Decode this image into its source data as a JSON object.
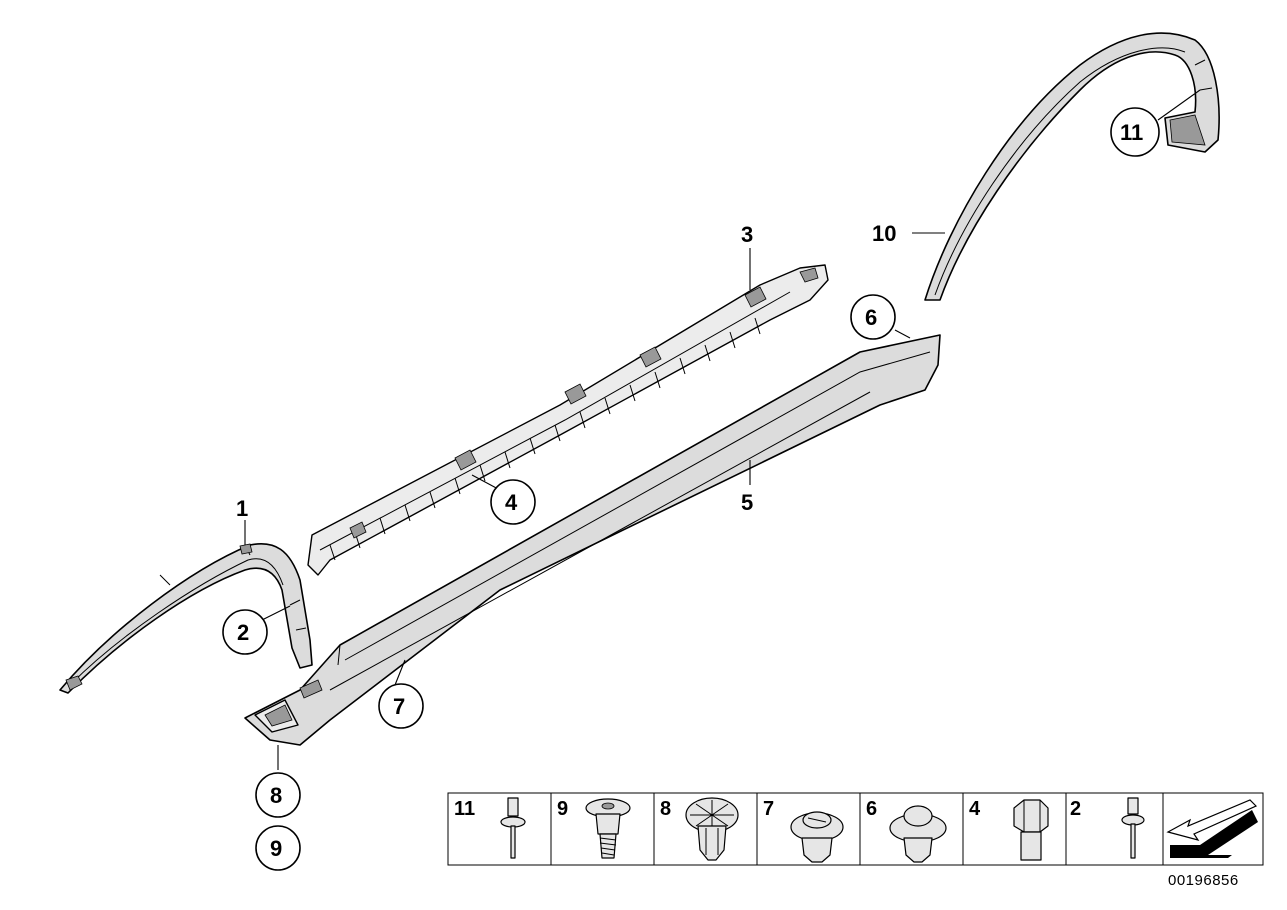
{
  "callouts": {
    "c1": "1",
    "c2": "2",
    "c3": "3",
    "c4": "4",
    "c5": "5",
    "c6": "6",
    "c7": "7",
    "c8": "8",
    "c9": "9",
    "c10": "10",
    "c11": "11"
  },
  "parts_legend": {
    "cells": [
      {
        "label": "11",
        "icon": "blind-rivet-icon"
      },
      {
        "label": "9",
        "icon": "screw-icon"
      },
      {
        "label": "8",
        "icon": "expanding-clip-icon"
      },
      {
        "label": "7",
        "icon": "plastic-clip-icon"
      },
      {
        "label": "6",
        "icon": "push-clip-icon"
      },
      {
        "label": "4",
        "icon": "hex-bolt-icon"
      },
      {
        "label": "2",
        "icon": "rivet-icon"
      }
    ],
    "direction_icon": "forward-arrow-icon"
  },
  "reference_number": "00196856"
}
